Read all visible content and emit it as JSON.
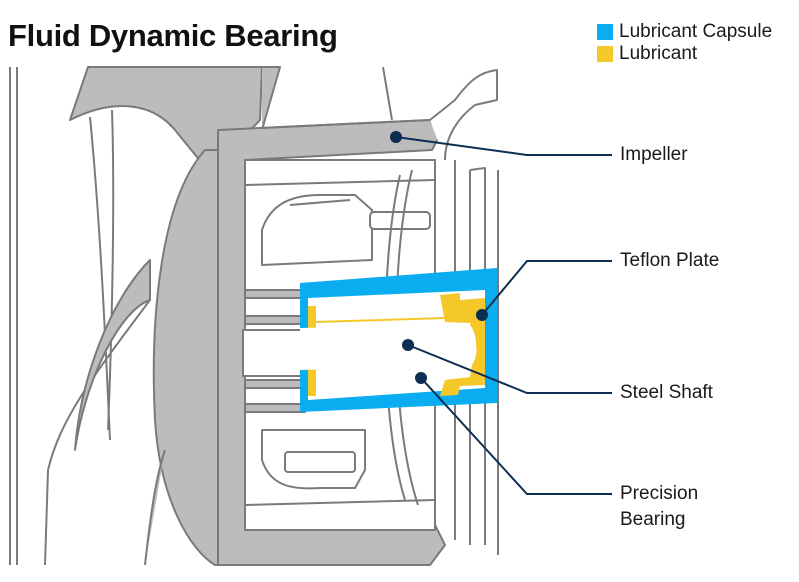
{
  "title": "Fluid Dynamic Bearing",
  "legend": [
    {
      "label": "Lubricant Capsule",
      "color": "#0aaef0"
    },
    {
      "label": "Lubricant",
      "color": "#f5c82a"
    }
  ],
  "callouts": [
    {
      "id": "impeller",
      "label": "Impeller"
    },
    {
      "id": "teflon-plate",
      "label": "Teflon Plate"
    },
    {
      "id": "steel-shaft",
      "label": "Steel Shaft"
    },
    {
      "id": "precision-bearing",
      "label": "Precision Bearing",
      "lines": [
        "Precision",
        "Bearing"
      ]
    }
  ],
  "colors": {
    "part_fill": "#bcbcbc",
    "outline": "#7a7a7a",
    "leader": "#0c2e52",
    "capsule": "#0aaef0",
    "lubricant": "#f5c82a"
  }
}
